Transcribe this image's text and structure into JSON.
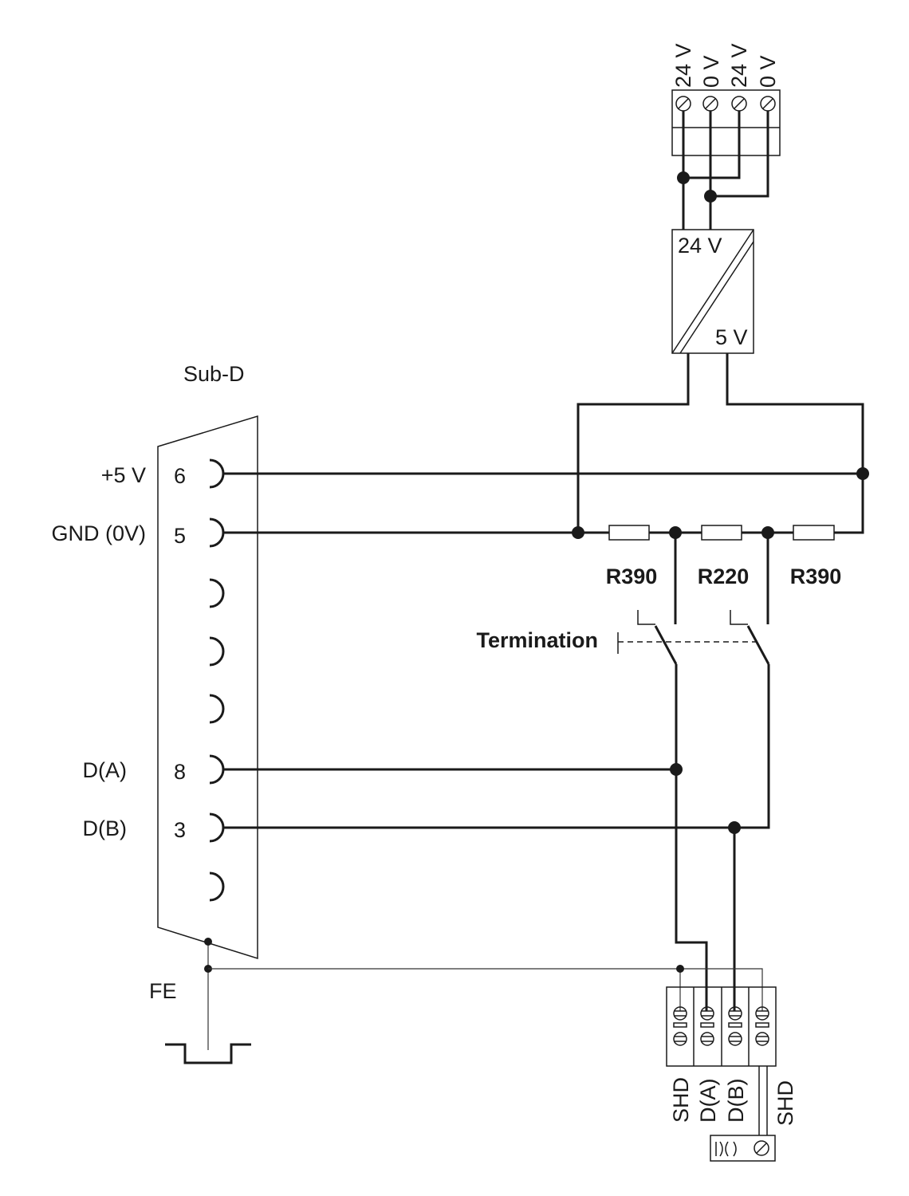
{
  "supply_terminal_labels": [
    "24 V",
    "0 V",
    "24 V",
    "0 V"
  ],
  "converter": {
    "input_label": "24 V",
    "output_label": "5 V"
  },
  "connector": {
    "title": "Sub-D",
    "pins": [
      {
        "signal": "+5 V",
        "number": "6"
      },
      {
        "signal": "GND (0V)",
        "number": "5"
      },
      {
        "signal": "",
        "number": ""
      },
      {
        "signal": "",
        "number": ""
      },
      {
        "signal": "",
        "number": ""
      },
      {
        "signal": "D(A)",
        "number": "8"
      },
      {
        "signal": "D(B)",
        "number": "3"
      },
      {
        "signal": "",
        "number": ""
      }
    ]
  },
  "resistors": [
    "R390",
    "R220",
    "R390"
  ],
  "termination_label": "Termination",
  "ground_label": "FE",
  "bus_terminal_labels": [
    "SHD",
    "D(A)",
    "D(B)"
  ],
  "shield_label": "SHD"
}
